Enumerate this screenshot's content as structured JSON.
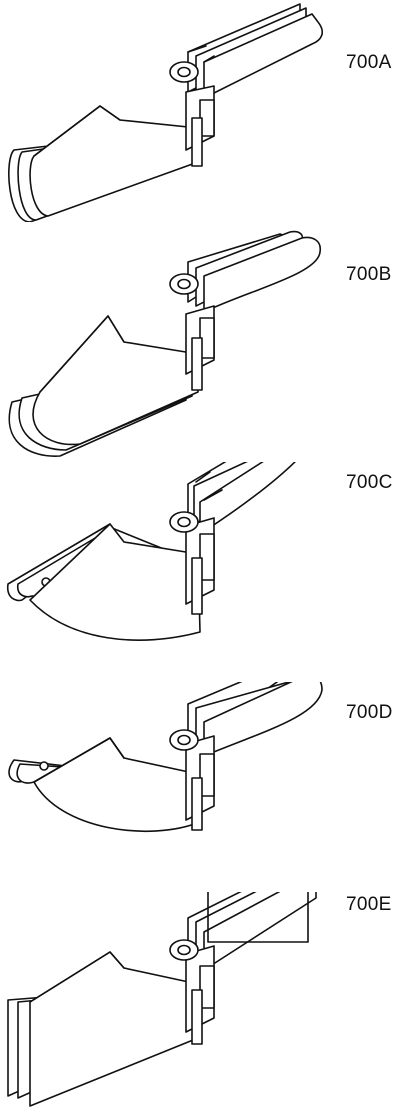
{
  "items": [
    {
      "label": "700A",
      "variant": "rounded"
    },
    {
      "label": "700B",
      "variant": "rounded-full"
    },
    {
      "label": "700C",
      "variant": "curved"
    },
    {
      "label": "700D",
      "variant": "oval"
    },
    {
      "label": "700E",
      "variant": "square"
    }
  ]
}
